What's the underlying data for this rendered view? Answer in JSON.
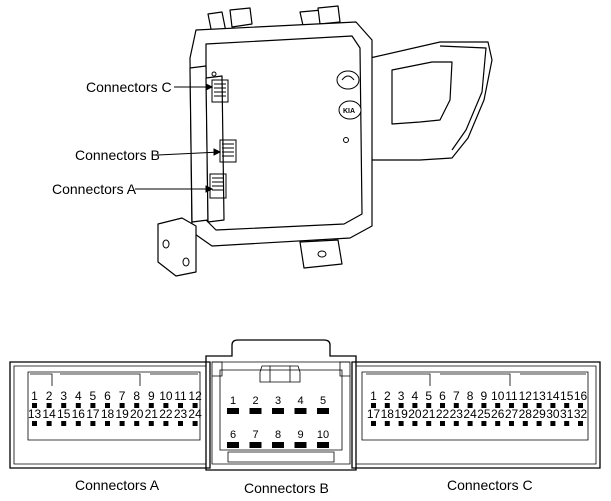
{
  "module_callouts": [
    {
      "id": "c",
      "label": "Connectors C"
    },
    {
      "id": "b",
      "label": "Connectors B"
    },
    {
      "id": "a",
      "label": "Connectors A"
    }
  ],
  "brand_mark": "KIA",
  "connector_a": {
    "caption": "Connectors A",
    "row1": [
      "1",
      "2",
      "3",
      "4",
      "5",
      "6",
      "7",
      "8",
      "9",
      "10",
      "11",
      "12"
    ],
    "row2": [
      "13",
      "14",
      "15",
      "16",
      "17",
      "18",
      "19",
      "20",
      "21",
      "22",
      "23",
      "24"
    ]
  },
  "connector_b": {
    "caption": "Connectors B",
    "row1": [
      "1",
      "2",
      "3",
      "4",
      "5"
    ],
    "row2": [
      "6",
      "7",
      "8",
      "9",
      "10"
    ]
  },
  "connector_c": {
    "caption": "Connectors C",
    "row1": [
      "1",
      "2",
      "3",
      "4",
      "5",
      "6",
      "7",
      "8",
      "9",
      "10",
      "11",
      "12",
      "13",
      "14",
      "15",
      "16"
    ],
    "row2": [
      "17",
      "18",
      "19",
      "20",
      "21",
      "22",
      "23",
      "24",
      "25",
      "26",
      "27",
      "28",
      "29",
      "30",
      "31",
      "32"
    ]
  }
}
